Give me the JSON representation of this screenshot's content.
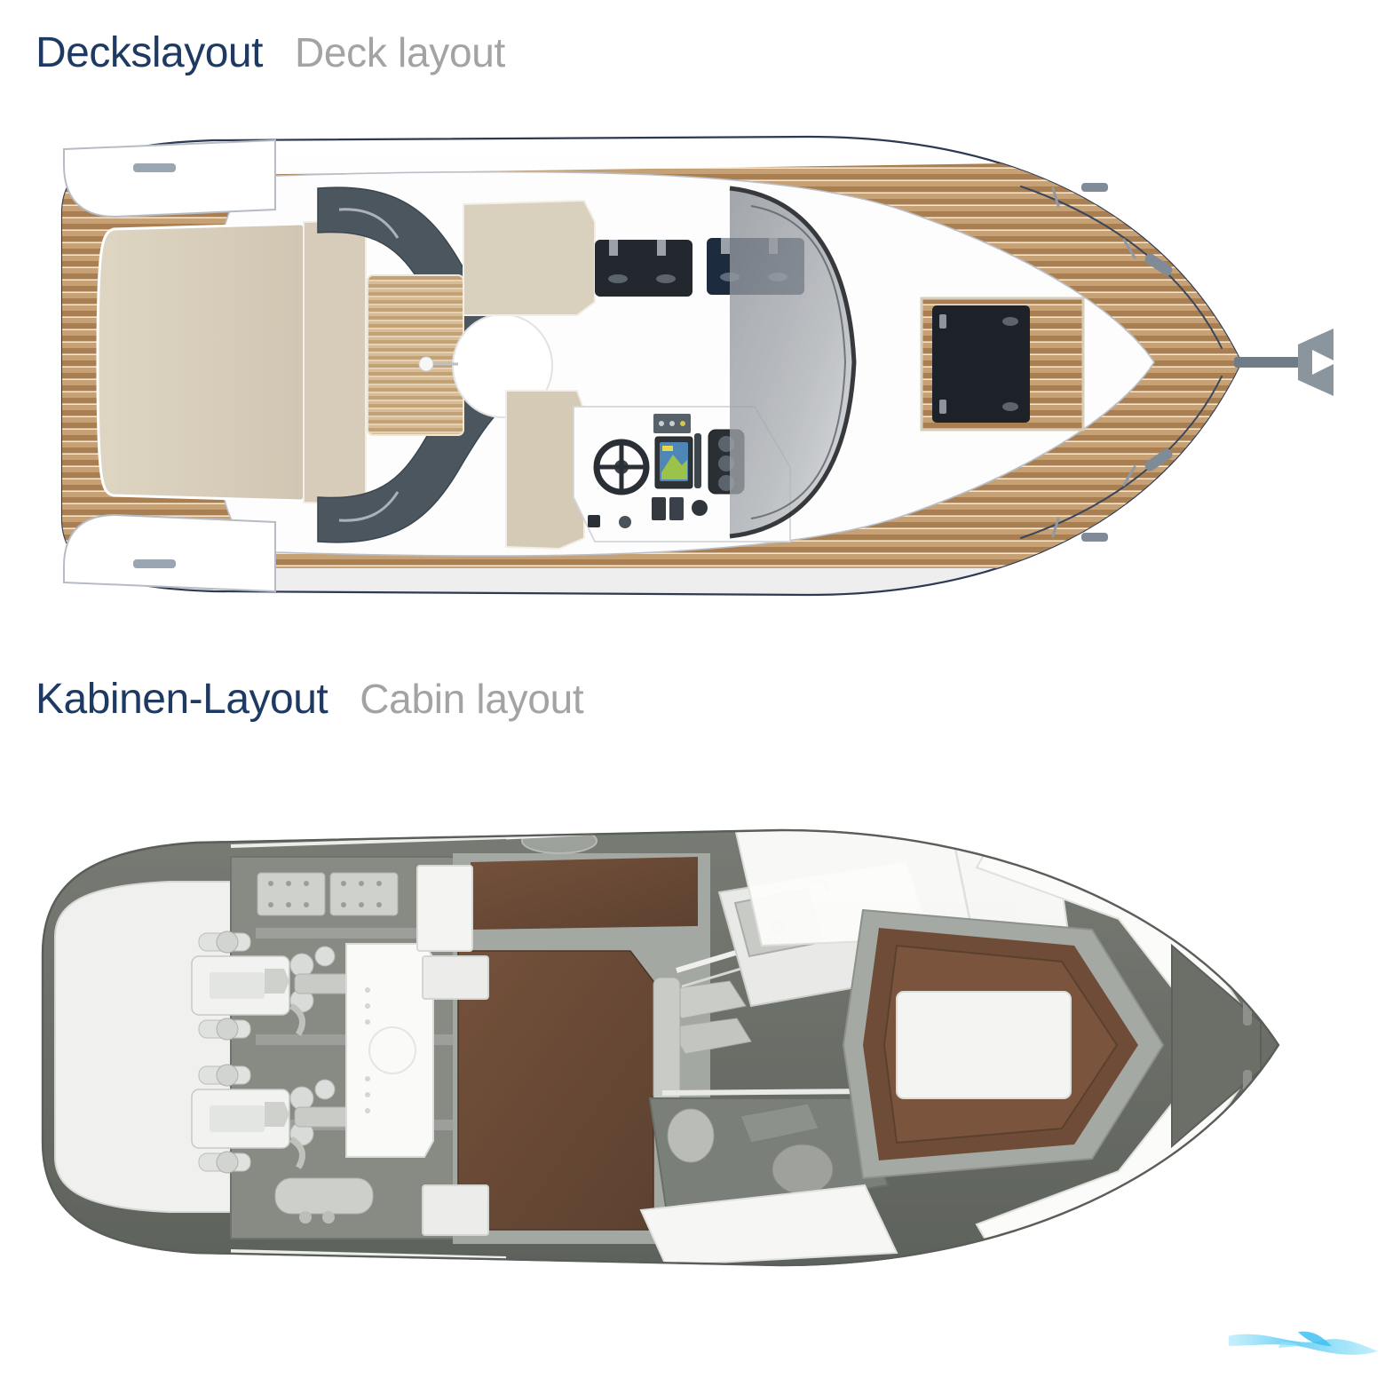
{
  "page": {
    "background_color": "#ffffff",
    "heading_accent_color": "#1e3a63",
    "heading_secondary_color": "#a3a3a3"
  },
  "sections": [
    {
      "id": "deck",
      "heading_de": "Deckslayout",
      "heading_en": "Deck layout",
      "figure": {
        "name": "deck-layout-diagram",
        "view": "top-down boat deck plan",
        "palette": {
          "hull_white": "#ffffff",
          "hull_outline": "#2b3b55",
          "teak_light": "#c9a578",
          "teak_dark": "#a57d4e",
          "teak_seam": "#e8ddcd",
          "cushion_beige": "#dbd2c0",
          "upholstery_grey": "#4e5a63",
          "hatch_dark": "#1f242a",
          "glass_grey": "#8f949a",
          "trim_steel": "#97a3ae"
        },
        "elements": [
          "aft-sunpad-cushion",
          "cockpit-l-sofa",
          "cockpit-table",
          "helm-console",
          "steering-wheel",
          "chartplotter-display",
          "throttle-controls",
          "windscreen",
          "foredeck-hatch",
          "teak-side-decks",
          "bow-rails",
          "mooring-cleats",
          "anchor-roller",
          "bathing-platform"
        ]
      }
    },
    {
      "id": "cabin",
      "heading_de": "Kabinen-Layout",
      "heading_en": "Cabin layout",
      "figure": {
        "name": "cabin-layout-diagram",
        "view": "top-down boat interior plan",
        "palette": {
          "hull_grey": "#6b6f68",
          "bulkhead_grey": "#9a9e99",
          "floor_grey": "#b9bcb7",
          "upholstery_brown": "#6b4a36",
          "berth_white": "#f1f1ef",
          "engine_white": "#e3e4e2",
          "engine_metal": "#c6c8c6",
          "panel_white": "#fafafa"
        },
        "elements": [
          "engine-room",
          "twin-engines",
          "batteries",
          "mid-cabin-berth",
          "galley-sink",
          "galley-counter",
          "companionway-steps",
          "head-compartment",
          "toilet",
          "wash-basin",
          "forward-v-berth",
          "berth-infill-cushion",
          "hull-side-panels"
        ]
      }
    }
  ],
  "watermark": {
    "name": "wave-logo-watermark",
    "color": "#56cdf2",
    "shape": "stylised wave swoosh"
  }
}
